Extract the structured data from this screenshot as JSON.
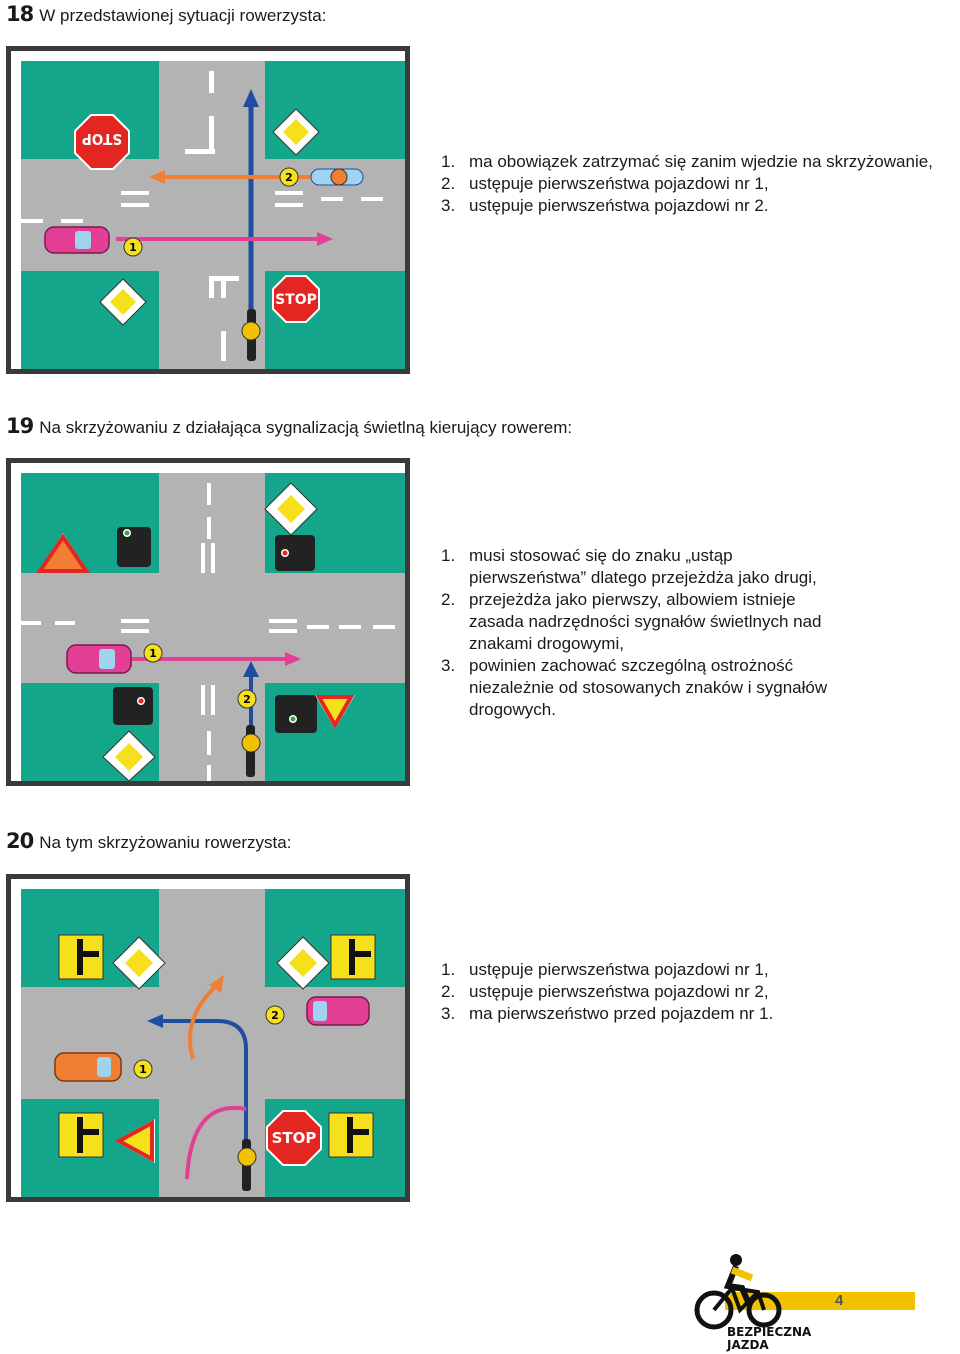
{
  "q18": {
    "number": "18",
    "question": "W przedstawionej sytuacji rowerzysta:",
    "answers": [
      {
        "n": "1.",
        "text": "ma obowiązek zatrzymać się zanim wjedzie na skrzyżowanie,"
      },
      {
        "n": "2.",
        "text": "ustępuje pierwszeństwa pojazdowi nr 1,"
      },
      {
        "n": "3.",
        "text": "ustępuje pierwszeństwa pojazdowi nr 2."
      }
    ],
    "labels": {
      "v1": "1",
      "v2": "2",
      "stop": "STOP"
    }
  },
  "q19": {
    "number": "19",
    "question": "Na skrzyżowaniu z działająca sygnalizacją świetlną kierujący rowerem:",
    "answers": [
      {
        "n": "1.",
        "text": "musi stosować się do znaku „ustąp pierwszeństwa” dlatego przejeżdża jako drugi,"
      },
      {
        "n": "2.",
        "text": "przejeżdża jako pierwszy, albowiem istnieje zasada nadrzędności sygnałów świetlnych nad znakami drogowymi,"
      },
      {
        "n": "3.",
        "text": "powinien zachować szczególną ostrożność niezależnie od stosowanych znaków i sygnałów drogowych."
      }
    ],
    "labels": {
      "v1": "1",
      "v2": "2"
    }
  },
  "q20": {
    "number": "20",
    "question": "Na tym skrzyżowaniu rowerzysta:",
    "answers": [
      {
        "n": "1.",
        "text": "ustępuje pierwszeństwa pojazdowi nr 1,"
      },
      {
        "n": "2.",
        "text": "ustępuje pierwszeństwa pojazdowi nr 2,"
      },
      {
        "n": "3.",
        "text": "ma pierwszeństwo przed pojazdem nr 1."
      }
    ],
    "labels": {
      "v1": "1",
      "v2": "2",
      "stop": "STOP"
    }
  },
  "footer": {
    "brand_line1": "BEZPIECZNA",
    "brand_line2": "JAZDA",
    "page": "4"
  },
  "colors": {
    "grass": "#14a68a",
    "road": "#b3b3b3",
    "arrow_blue": "#1f4ea1",
    "arrow_pink": "#e23f95",
    "arrow_orange": "#f07f33",
    "sign_yellow": "#f5e01b",
    "stop_red": "#e32622"
  }
}
